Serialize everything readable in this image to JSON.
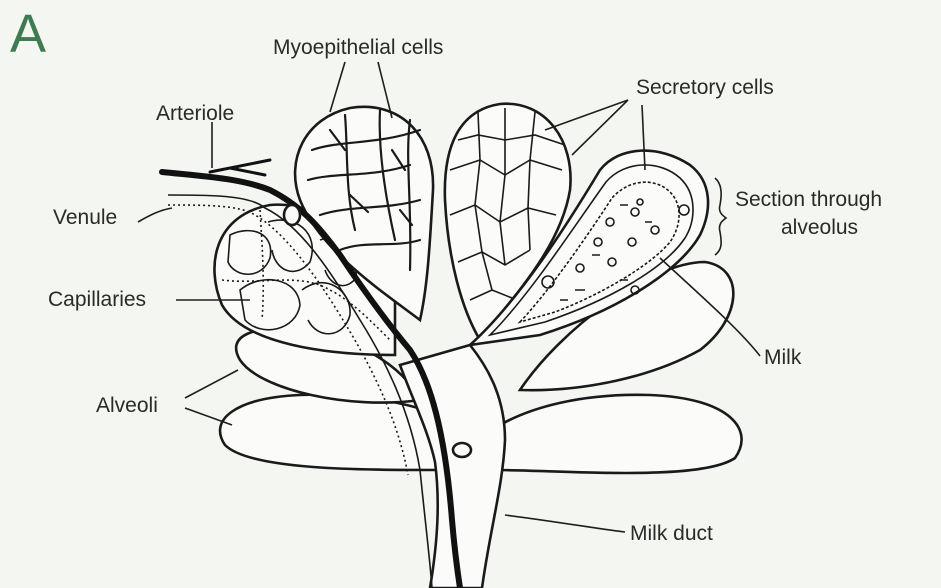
{
  "panel_letter": "A",
  "labels": {
    "myoepithelial": "Myoepithelial cells",
    "arteriole": "Arteriole",
    "secretory": "Secretory cells",
    "section_line1": "Section through",
    "section_line2": "alveolus",
    "venule": "Venule",
    "capillaries": "Capillaries",
    "milk": "Milk",
    "alveoli": "Alveoli",
    "milk_duct": "Milk duct"
  }
}
